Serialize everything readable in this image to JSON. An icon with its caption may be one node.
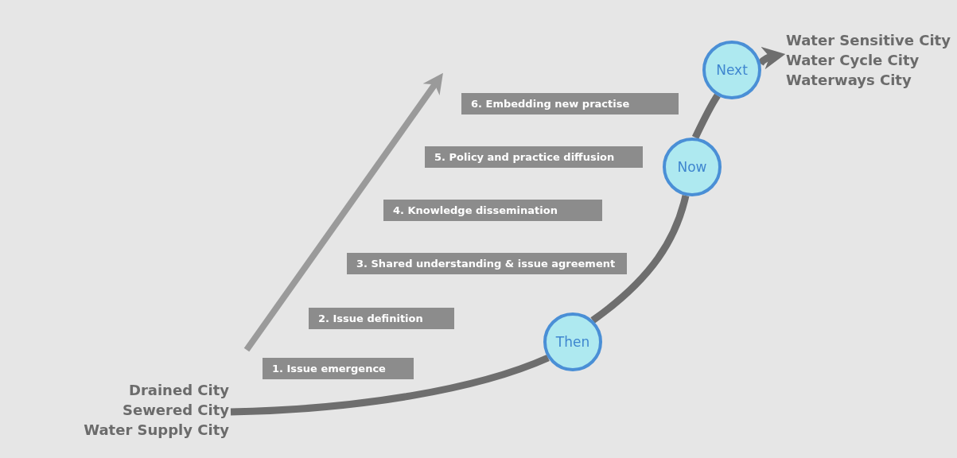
{
  "diagram": {
    "nodes": [
      {
        "text": [
          "Drained City",
          "Sewered City",
          "Water Supply City"
        ]
      },
      {
        "text": [
          "Water Sensitive City",
          "Water Cycle City",
          "Waterways City"
        ]
      },
      {
        "text": [
          "1. Issue emergence"
        ]
      },
      {
        "text": [
          "2. Issue definition"
        ]
      },
      {
        "text": [
          "3. Shared understanding & issue agreement"
        ]
      },
      {
        "text": [
          "4. Knowledge dissemination"
        ]
      },
      {
        "text": [
          "5. Policy and practice diffusion"
        ]
      },
      {
        "text": [
          "6. Embedding new practise"
        ]
      },
      {
        "text": [
          "Then"
        ]
      },
      {
        "text": [
          "Now"
        ]
      },
      {
        "text": [
          "Next"
        ]
      }
    ],
    "edges": [
      {
        "from": 0,
        "to": 8,
        "arrow": "none"
      },
      {
        "from": 8,
        "to": 9,
        "arrow": "none"
      },
      {
        "from": 9,
        "to": 10,
        "arrow": "none"
      },
      {
        "from": 10,
        "to": 1,
        "arrow": "to"
      }
    ]
  }
}
